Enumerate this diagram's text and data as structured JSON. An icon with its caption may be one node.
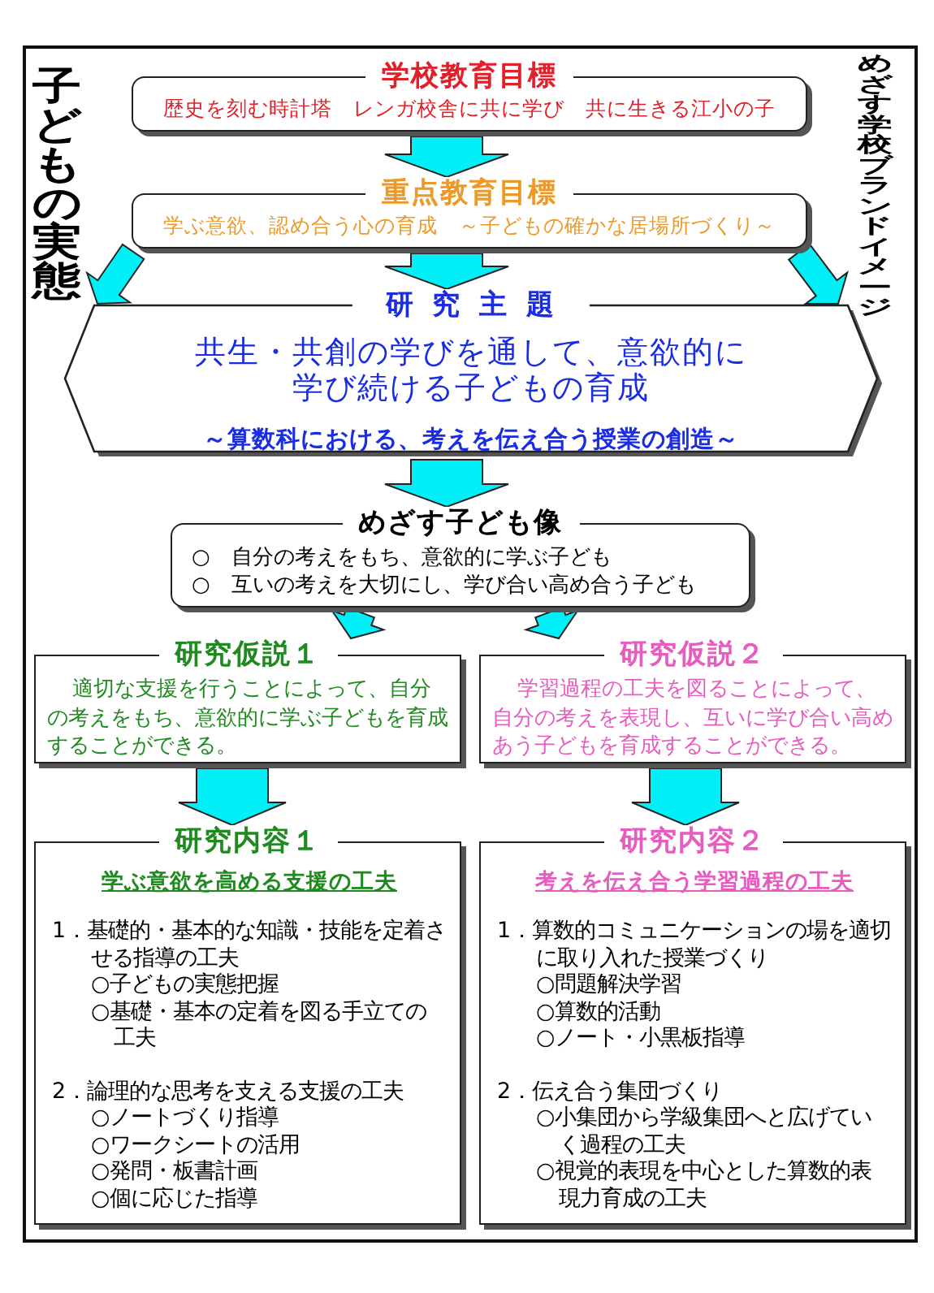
{
  "diagram": {
    "nodes": [
      {
        "text": [
          "子どもの実態"
        ]
      },
      {
        "text": [
          "学校教育目標",
          "歴史を刻む時計塔　レンガ校舎に共に学び　共に生きる江小の子"
        ]
      },
      {
        "text": [
          "重点教育目標",
          "学ぶ意欲、認め合う心の育成　～子どもの確かな居場所づくり～"
        ]
      },
      {
        "text": [
          "めざす学校ブランドイメージ"
        ]
      },
      {
        "text": [
          "研究主題",
          "共生・共創の学びを通して、意欲的に学び続ける子どもの育成",
          "～算数科における、考えを伝え合う授業の創造～"
        ]
      },
      {
        "text": [
          "めざす子ども像",
          "○　自分の考えをもち、意欲的に学ぶ子ども",
          "○　互いの考えを大切にし、学び合い高め合う子ども"
        ]
      },
      {
        "text": [
          "研究仮説１",
          "適切な支援を行うことによって、自分の考えをもち、意欲的に学ぶ子どもを育成することができる。"
        ]
      },
      {
        "text": [
          "研究仮説２",
          "学習過程の工夫を図ることによって、自分の考えを表現し、互いに学び合い高めあう子どもを育成することができる。"
        ]
      },
      {
        "text": [
          "研究内容１",
          "学ぶ意欲を高める支援の工夫",
          "1．基礎的・基本的な知識・技能を定着させる指導の工夫",
          "○子どもの実態把握",
          "○基礎・基本の定着を図る手立ての工夫",
          "2．論理的な思考を支える支援の工夫",
          "○ノートづくり指導",
          "○ワークシートの活用",
          "○発問・板書計画",
          "○個に応じた指導"
        ]
      },
      {
        "text": [
          "研究内容２",
          "考えを伝え合う学習過程の工夫",
          "1．算数的コミュニケーションの場を適切に取り入れた授業づくり",
          "○問題解決学習",
          "○算数的活動",
          "○ノート・小黒板指導",
          "2．伝え合う集団づくり",
          "○小集団から学級集団へと広げていく過程の工夫",
          "○視覚的表現を中心とした算数的表現力育成の工夫"
        ]
      }
    ],
    "edges": [
      {
        "from": 1,
        "to": 2,
        "arrow": "to"
      },
      {
        "from": 2,
        "to": 4,
        "arrow": "to"
      },
      {
        "from": null,
        "to": 4,
        "arrow": "to"
      },
      {
        "from": null,
        "to": 4,
        "arrow": "to"
      },
      {
        "from": 4,
        "to": 5,
        "arrow": "to"
      },
      {
        "from": 5,
        "to": 6,
        "arrow": "to"
      },
      {
        "from": 5,
        "to": 7,
        "arrow": "to"
      },
      {
        "from": 6,
        "to": 8,
        "arrow": "to"
      },
      {
        "from": 7,
        "to": 9,
        "arrow": "to"
      }
    ]
  }
}
